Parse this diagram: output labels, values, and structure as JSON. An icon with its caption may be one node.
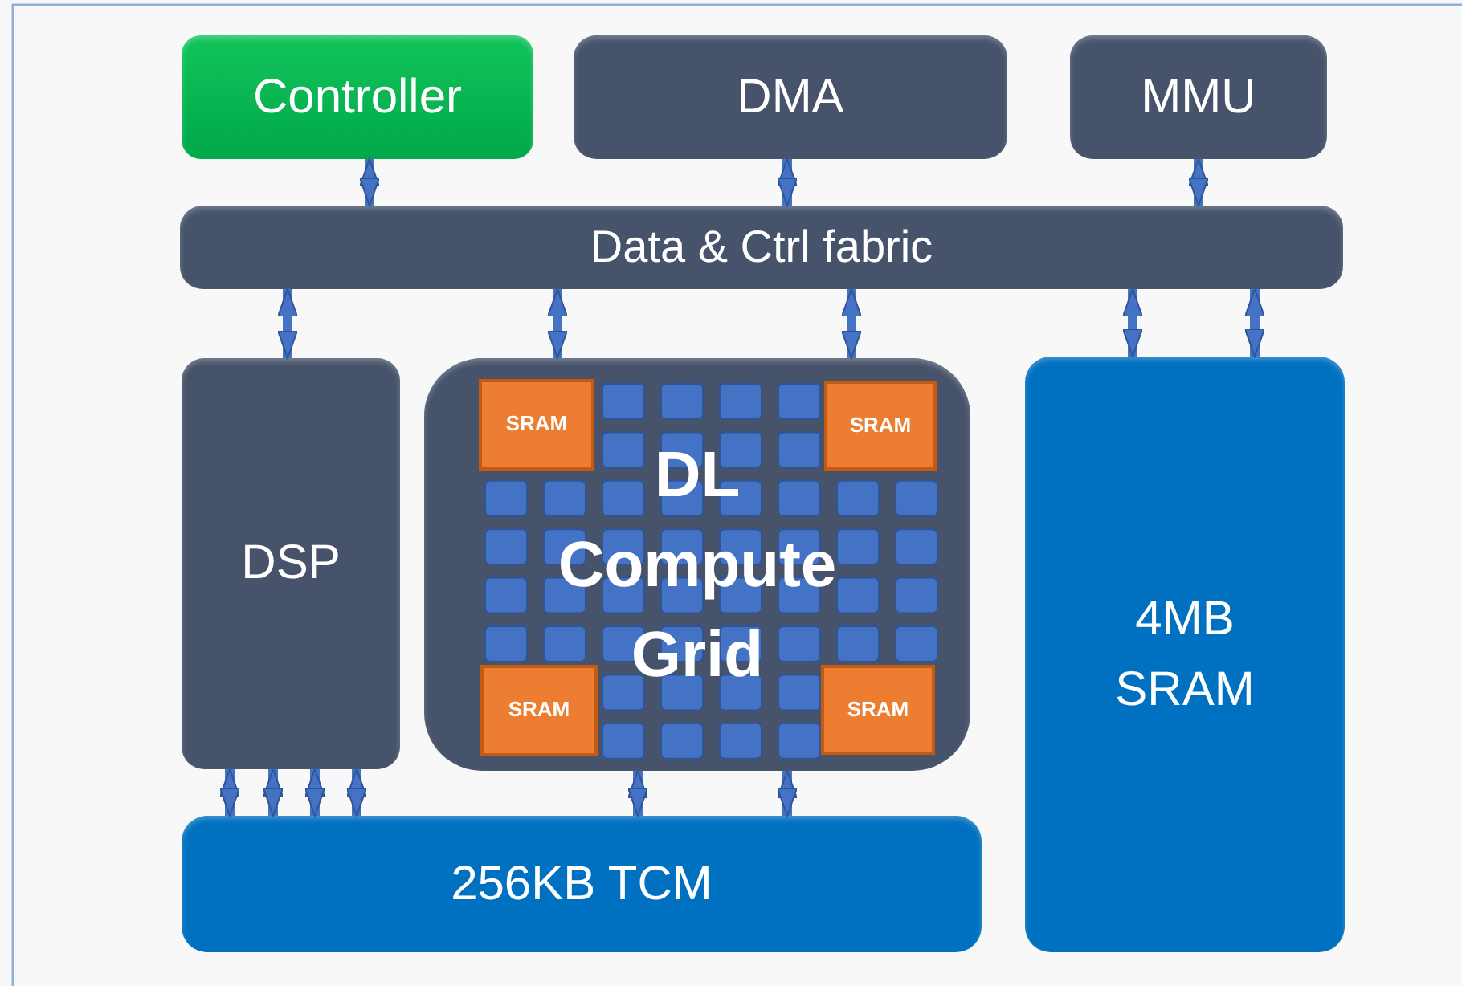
{
  "diagram": {
    "nodes": [
      {
        "text": [
          "Controller"
        ]
      },
      {
        "text": [
          "DMA"
        ]
      },
      {
        "text": [
          "MMU"
        ]
      },
      {
        "text": [
          "Data & Ctrl fabric"
        ]
      },
      {
        "text": [
          "DSP"
        ]
      },
      {
        "text": [
          "DL Compute Grid"
        ]
      },
      {
        "text": [
          "SRAM"
        ],
        "in": 5
      },
      {
        "text": [
          "SRAM"
        ],
        "in": 5
      },
      {
        "text": [
          "SRAM"
        ],
        "in": 5
      },
      {
        "text": [
          "SRAM"
        ],
        "in": 5
      },
      {
        "text": [
          "4MB SRAM"
        ]
      },
      {
        "text": [
          "256KB TCM"
        ]
      }
    ],
    "edges": [
      {
        "from": 0,
        "to": 3,
        "arrow": "both"
      },
      {
        "from": 1,
        "to": 3,
        "arrow": "both"
      },
      {
        "from": 2,
        "to": 3,
        "arrow": "both"
      },
      {
        "from": 3,
        "to": 4,
        "arrow": "both"
      },
      {
        "from": 3,
        "to": 5,
        "arrow": "both"
      },
      {
        "from": 3,
        "to": 5,
        "arrow": "both"
      },
      {
        "from": 3,
        "to": 10,
        "arrow": "both"
      },
      {
        "from": 3,
        "to": 10,
        "arrow": "both"
      },
      {
        "from": 4,
        "to": 11,
        "arrow": "both"
      },
      {
        "from": 4,
        "to": 11,
        "arrow": "both"
      },
      {
        "from": 4,
        "to": 11,
        "arrow": "both"
      },
      {
        "from": 4,
        "to": 11,
        "arrow": "both"
      },
      {
        "from": 5,
        "to": 11,
        "arrow": "both"
      },
      {
        "from": 5,
        "to": 11,
        "arrow": "both"
      }
    ]
  }
}
